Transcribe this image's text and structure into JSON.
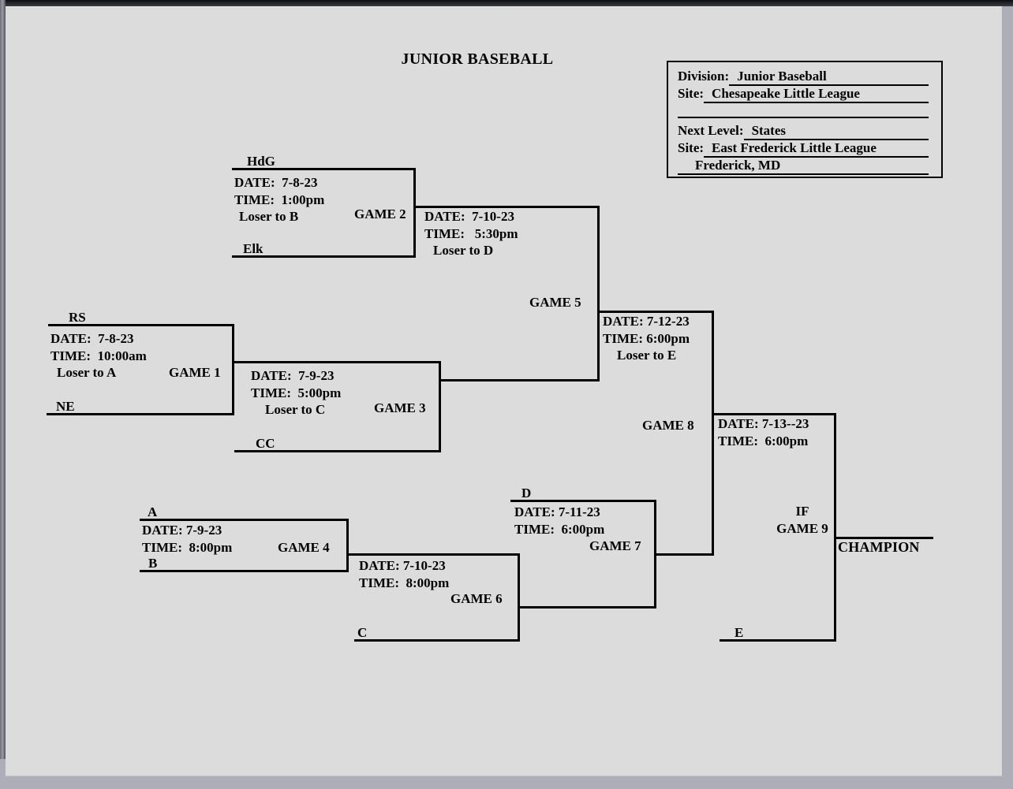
{
  "title": "JUNIOR BASEBALL",
  "info_box": {
    "division_label": "Division:",
    "division_value": "Junior Baseball",
    "site_label": "Site:",
    "site_value": "Chesapeake Little League",
    "next_level_label": "Next Level:",
    "next_level_value": "States",
    "next_site_label": "Site:",
    "next_site_value": "East Frederick Little League",
    "next_site_city": "Frederick, MD"
  },
  "teams": {
    "game1_top": "RS",
    "game1_bottom": "NE",
    "game2_top": "HdG",
    "game2_bottom": "Elk",
    "game3_bottom": "CC",
    "game4_top": "A",
    "game4_bottom": "B",
    "game6_bottom": "C",
    "game7_top": "D",
    "game9_bottom": "E"
  },
  "games": {
    "game1": {
      "label": "GAME 1",
      "date": "DATE:  7-8-23",
      "time": "TIME:  10:00am",
      "loser": "Loser to A"
    },
    "game2": {
      "label": "GAME 2",
      "date": "DATE:  7-8-23",
      "time": "TIME:  1:00pm",
      "loser": "Loser to B"
    },
    "game3": {
      "label": "GAME 3",
      "date": "DATE:  7-9-23",
      "time": "TIME:  5:00pm",
      "loser": "Loser to C"
    },
    "game4": {
      "label": "GAME 4",
      "date": "DATE: 7-9-23",
      "time": "TIME:  8:00pm"
    },
    "game5": {
      "label": "GAME 5",
      "date": "DATE:  7-10-23",
      "time": "TIME:   5:30pm",
      "loser": "Loser to D"
    },
    "game6": {
      "label": "GAME 6",
      "date": "DATE: 7-10-23",
      "time": "TIME:  8:00pm"
    },
    "game7": {
      "label": "GAME 7",
      "date": "DATE: 7-11-23",
      "time": "TIME:  6:00pm"
    },
    "game8": {
      "label": "GAME 8",
      "date": "DATE: 7-12-23",
      "time": "TIME: 6:00pm",
      "loser": "Loser to E"
    },
    "game9": {
      "label": "GAME 9",
      "if_label": "IF",
      "date": "DATE: 7-13--23",
      "time": "TIME:  6:00pm"
    }
  },
  "champion_label": "CHAMPION",
  "colors": {
    "page_background": "#dcdcdc",
    "line_color": "#000000",
    "frame_background": "#aeaeb9"
  }
}
